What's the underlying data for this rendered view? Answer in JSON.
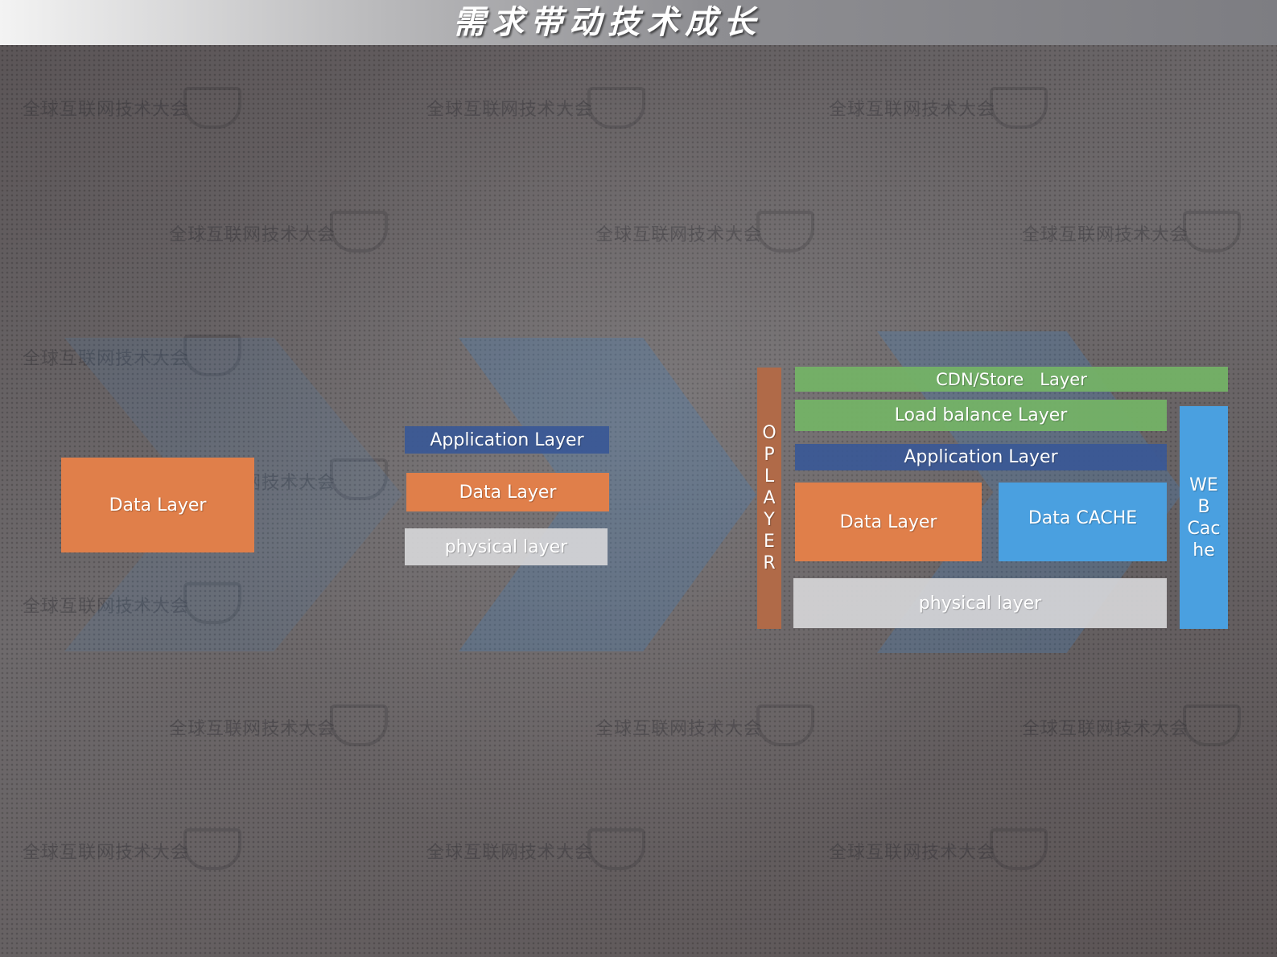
{
  "title": "需求带动技术成长",
  "watermark": "全球互联网技术大会",
  "stage1": {
    "data_layer": "Data Layer"
  },
  "stage2": {
    "application_layer": "Application Layer",
    "data_layer": "Data Layer",
    "physical_layer": "physical layer"
  },
  "stage3": {
    "op_layer": [
      "O",
      "P",
      "L",
      "A",
      "Y",
      "E",
      "R"
    ],
    "cdn_store_layer": "CDN/Store   Layer",
    "load_balance_layer": "Load balance Layer",
    "application_layer": "Application Layer",
    "data_layer": "Data Layer",
    "data_cache": "Data CACHE",
    "physical_layer": "physical layer",
    "web_cache": [
      "WE",
      "B",
      "Cac",
      "he"
    ]
  },
  "colors": {
    "orange": "#e07f4a",
    "dark_blue": "#3a5896",
    "grey": "#d6d6d8",
    "green": "#74b266",
    "blue": "#4aa0e0",
    "brown": "#b06a48"
  }
}
